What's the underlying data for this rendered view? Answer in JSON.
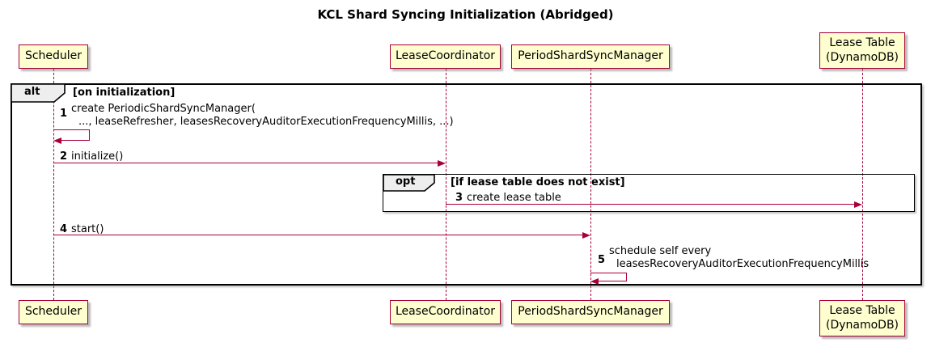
{
  "title": "KCL Shard Syncing Initialization (Abridged)",
  "colors": {
    "participant_fill": "#FEFECE",
    "accent_border": "#A80036",
    "arrow": "#A80036",
    "frame_border": "#000000",
    "frame_tab_fill": "#EEEEEE",
    "background": "#FFFFFF"
  },
  "participants": [
    {
      "label": "Scheduler"
    },
    {
      "label": "LeaseCoordinator"
    },
    {
      "label": "PeriodShardSyncManager"
    },
    {
      "label_line1": "Lease Table",
      "label_line2": "(DynamoDB)"
    }
  ],
  "frames": {
    "alt": {
      "keyword": "alt",
      "condition": "[on initialization]"
    },
    "opt": {
      "keyword": "opt",
      "condition": "[if lease table does not exist]"
    }
  },
  "messages": [
    {
      "num": "1",
      "line1": "create PeriodicShardSyncManager(",
      "line2": "..., leaseRefresher, leasesRecoveryAuditorExecutionFrequencyMillis, ...)"
    },
    {
      "num": "2",
      "text": "initialize()"
    },
    {
      "num": "3",
      "text": "create lease table"
    },
    {
      "num": "4",
      "text": "start()"
    },
    {
      "num": "5",
      "line1": "schedule self every",
      "line2": "leasesRecoveryAuditorExecutionFrequencyMillis"
    }
  ]
}
